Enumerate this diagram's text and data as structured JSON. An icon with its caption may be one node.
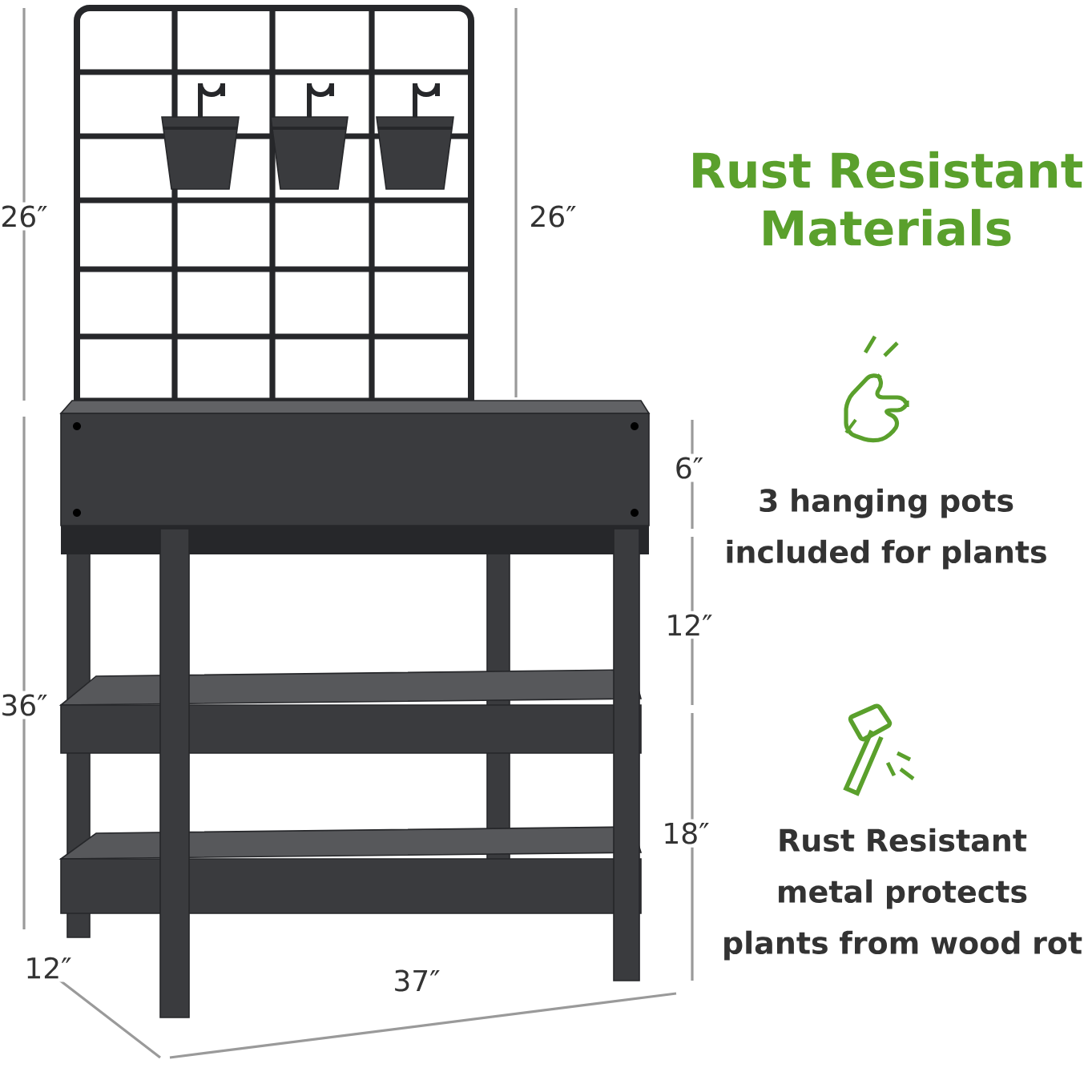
{
  "diagram": {
    "title": "Rust Resistant Materials",
    "labels": [
      "26″",
      "26″",
      "6″",
      "3 hanging pots included for plants",
      "12″",
      "36″",
      "18″",
      "Rust Resistant metal protects plants from wood rot",
      "12″",
      "37″"
    ]
  }
}
